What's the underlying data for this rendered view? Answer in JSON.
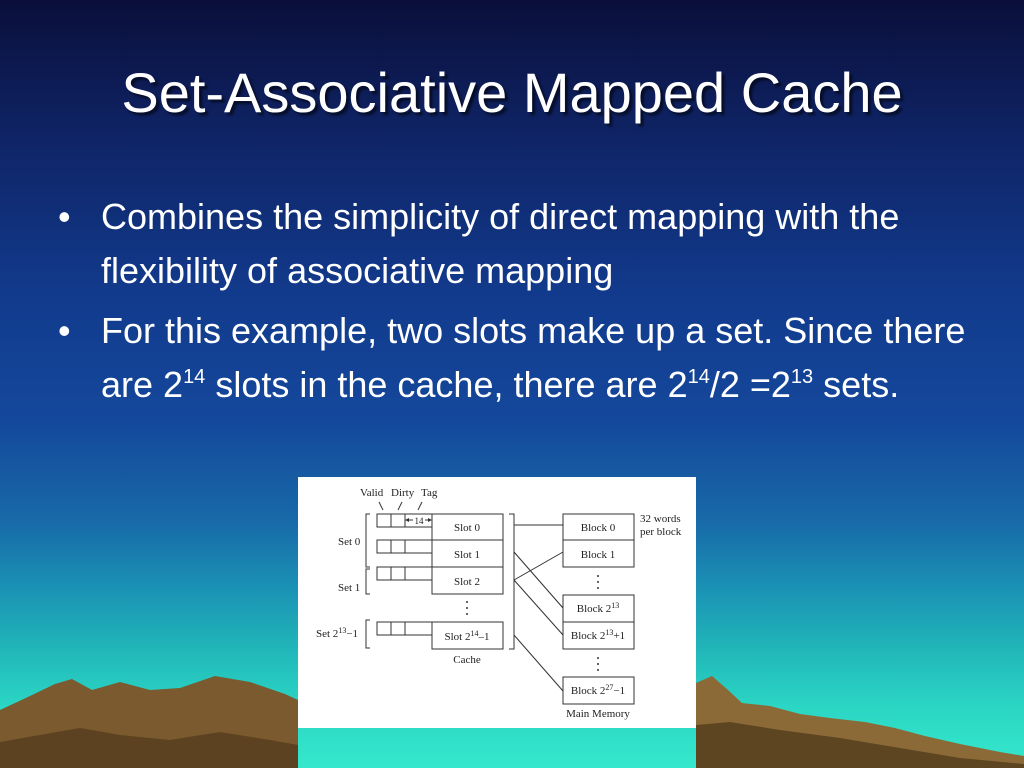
{
  "slide": {
    "title": "Set-Associative Mapped Cache",
    "bullet_marker": "•",
    "bullets": [
      {
        "text": "Combines the simplicity of direct mapping with the flexibility of associative mapping"
      },
      {
        "text_a": "For this example, two slots make up a set. Since there are 2",
        "sup_a": "14",
        "text_b": " slots in the cache, there are 2",
        "sup_b": "14",
        "text_c": "/2 =2",
        "sup_c": "13",
        "text_d": " sets."
      }
    ],
    "colors": {
      "text": "#ffffff",
      "background_top": "#0a0f3a",
      "background_bottom": "#35e8cc",
      "mountain": "#7a5a2e"
    }
  },
  "diagram": {
    "header_valid": "Valid",
    "header_dirty": "Dirty",
    "header_tag": "Tag",
    "tag_bits": "14",
    "cache_label": "Cache",
    "memory_label": "Main Memory",
    "words_line1": "32 words",
    "words_line2": "per block",
    "set_labels": {
      "set0": "Set 0",
      "set1": "Set 1",
      "setlast_base": "Set 2",
      "setlast_sup": "13",
      "setlast_suffix": "−1"
    },
    "slots": {
      "s0": "Slot 0",
      "s1": "Slot 1",
      "s2": "Slot 2",
      "last_base": "Slot 2",
      "last_sup": "14",
      "last_suffix": "–1"
    },
    "blocks": {
      "b0": "Block 0",
      "b1": "Block 1",
      "b2_base": "Block 2",
      "b2_sup": "13",
      "b3_base": "Block 2",
      "b3_sup": "13",
      "b3_suffix": "+1",
      "b4_base": "Block 2",
      "b4_sup": "27",
      "b4_suffix": "−1"
    }
  }
}
